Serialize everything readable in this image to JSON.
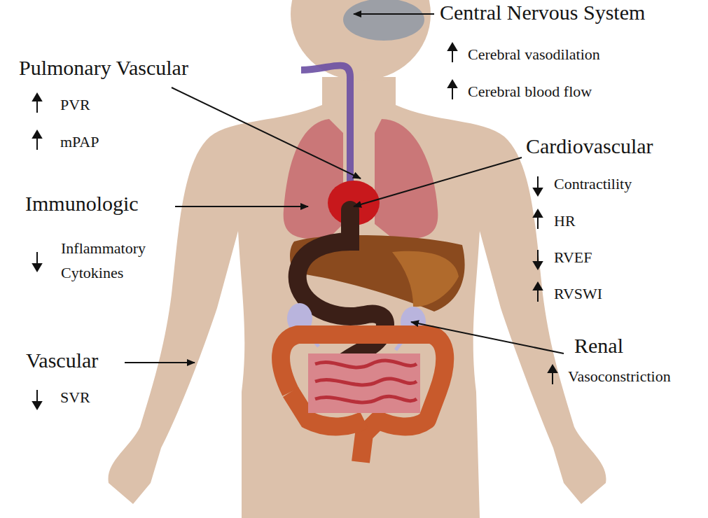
{
  "diagram": {
    "labels": [
      "Central Nervous System",
      "Cerebral vasodilation",
      "Cerebral blood flow",
      "Pulmonary Vascular",
      "PVR",
      "mPAP",
      "Cardiovascular",
      "Contractility",
      "HR",
      "RVEF",
      "RVSWI",
      "Immunologic",
      "Inflammatory Cytokines",
      "Vascular",
      "SVR",
      "Renal",
      "Vasoconstriction"
    ]
  }
}
